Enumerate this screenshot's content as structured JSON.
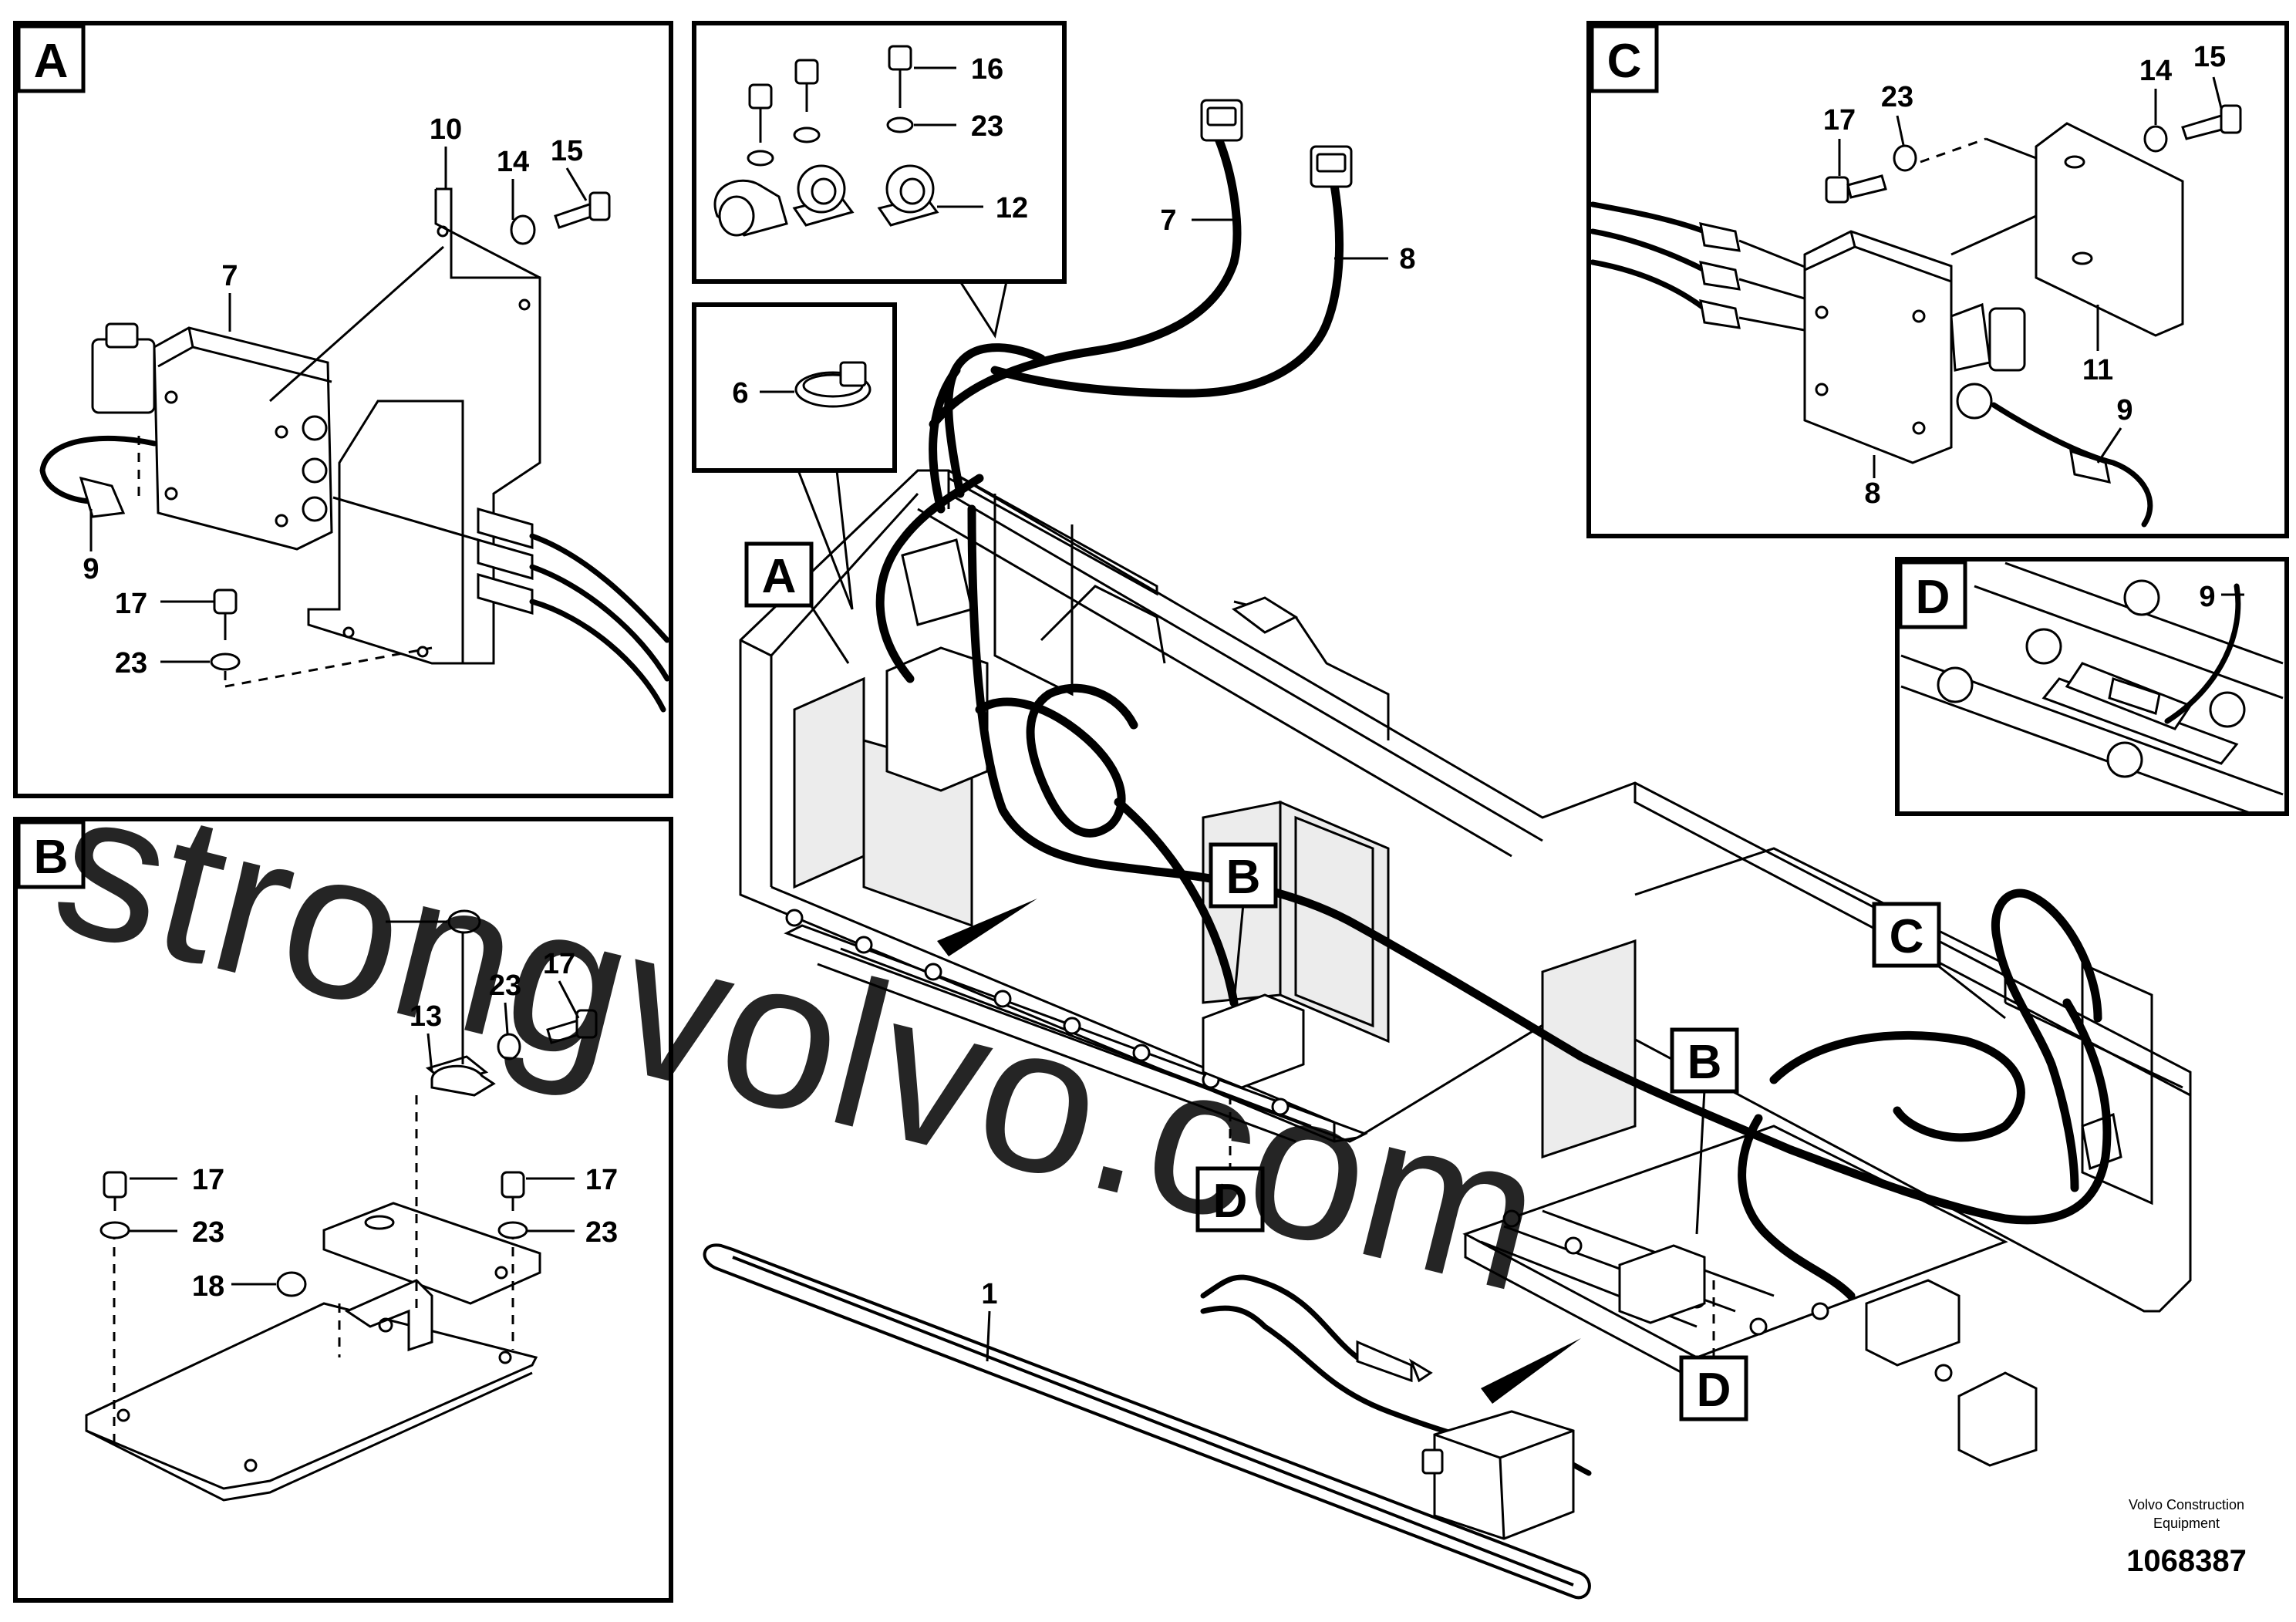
{
  "panels": {
    "a": {
      "tag": "A",
      "callouts": [
        "10",
        "14",
        "15",
        "7",
        "9",
        "17",
        "23"
      ]
    },
    "b": {
      "tag": "B",
      "callouts": [
        "13",
        "23",
        "17",
        "17",
        "23",
        "17",
        "23",
        "18"
      ]
    },
    "c": {
      "tag": "C",
      "callouts": [
        "17",
        "23",
        "14",
        "15",
        "11",
        "9",
        "8"
      ]
    },
    "d": {
      "tag": "D",
      "callouts": [
        "9"
      ]
    },
    "clamps": {
      "callouts": [
        "16",
        "23",
        "12"
      ]
    },
    "tie": {
      "callout": "6"
    }
  },
  "main": {
    "callouts": {
      "harness_7": "7",
      "harness_8": "8",
      "cable_1": "1"
    },
    "view_tags": [
      "A",
      "B",
      "D",
      "C",
      "B",
      "D"
    ]
  },
  "watermark": "strongvolvo.com",
  "footer": {
    "company_line1": "Volvo Construction",
    "company_line2": "Equipment",
    "drawing_number": "1068387"
  }
}
